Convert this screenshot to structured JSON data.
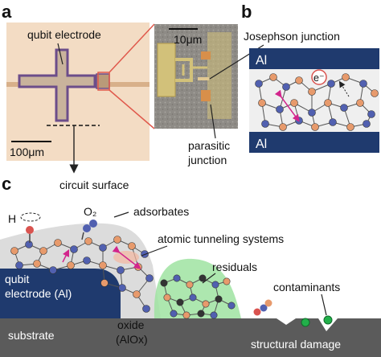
{
  "panels": {
    "a": {
      "letter": "a",
      "qubit_label": "qubit electrode",
      "scale_left": "100μm",
      "scale_inset": "10μm",
      "jj_label": "Josephson junction",
      "parasitic_label_line1": "parasitic",
      "parasitic_label_line2": "junction",
      "surface_label": "circuit surface"
    },
    "b": {
      "letter": "b",
      "al_top": "Al",
      "al_bottom": "Al",
      "electron": "e⁻"
    },
    "c": {
      "letter": "c",
      "hydrogen": "H",
      "oxygen": "O₂",
      "adsorbates": "adsorbates",
      "ats": "atomic tunneling systems",
      "residuals": "residuals",
      "contaminants": "contaminants",
      "qubit_line1": "qubit",
      "qubit_line2": "electrode (Al)",
      "substrate": "substrate",
      "oxide_line1": "oxide",
      "oxide_line2": "(AlOx)",
      "damage": "structural damage"
    }
  },
  "colors": {
    "aluminum": "#1f3a6e",
    "substrate": "#5b5b5b",
    "residual_green": "#9fe3a1",
    "oxide_gray": "#dcdcdc",
    "atom_orange": "#e79a6c",
    "atom_blue": "#5160b0",
    "atom_red": "#d9534f",
    "chip_beige": "#f3dcc4",
    "inset_metal": "#d2c17a",
    "pink_arrow": "#d2258c"
  }
}
